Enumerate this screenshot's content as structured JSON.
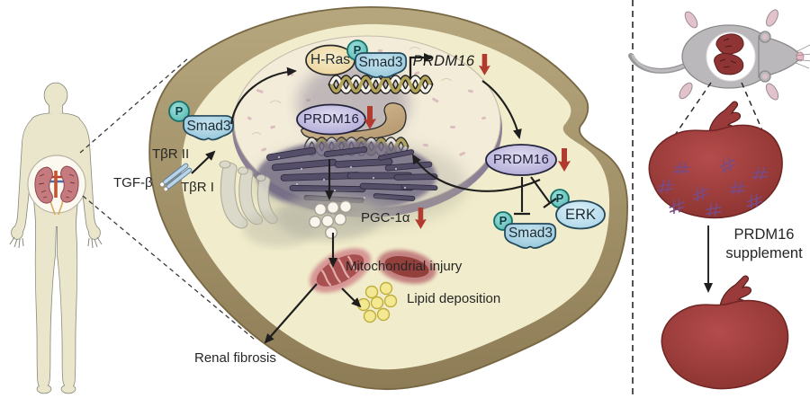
{
  "labels": {
    "tgfb": "TGF-β",
    "tbr2": "TβR II",
    "tbr1": "TβR I",
    "p": "P",
    "smad3": "Smad3",
    "hras": "H-Ras",
    "prdm16_gene": "PRDM16",
    "prdm16": "PRDM16",
    "pgc1a": "PGC-1α",
    "mito_injury": "Mitochondrial injury",
    "lipid": "Lipid deposition",
    "renal_fibrosis": "Renal fibrosis",
    "erk": "ERK",
    "supplement_line1": "PRDM16",
    "supplement_line2": "supplement"
  },
  "colors": {
    "decrease_arrow_red": "#b23b30",
    "membrane_tan": "#a5946b",
    "cytoplasm": "#f1edcc",
    "nucleus": "#f3ecd9",
    "prdm16_fill": "#b9b3dc",
    "smad3_fill": "#a9d2e0",
    "phospho_fill": "#6fccc5",
    "hras_fill": "#f2e2b0",
    "erk_fill": "#c4e2f0",
    "kidney_red": "#a03e3e",
    "fibrosis_purple": "#7b4a80",
    "lipid_yellow": "#f4e992"
  }
}
